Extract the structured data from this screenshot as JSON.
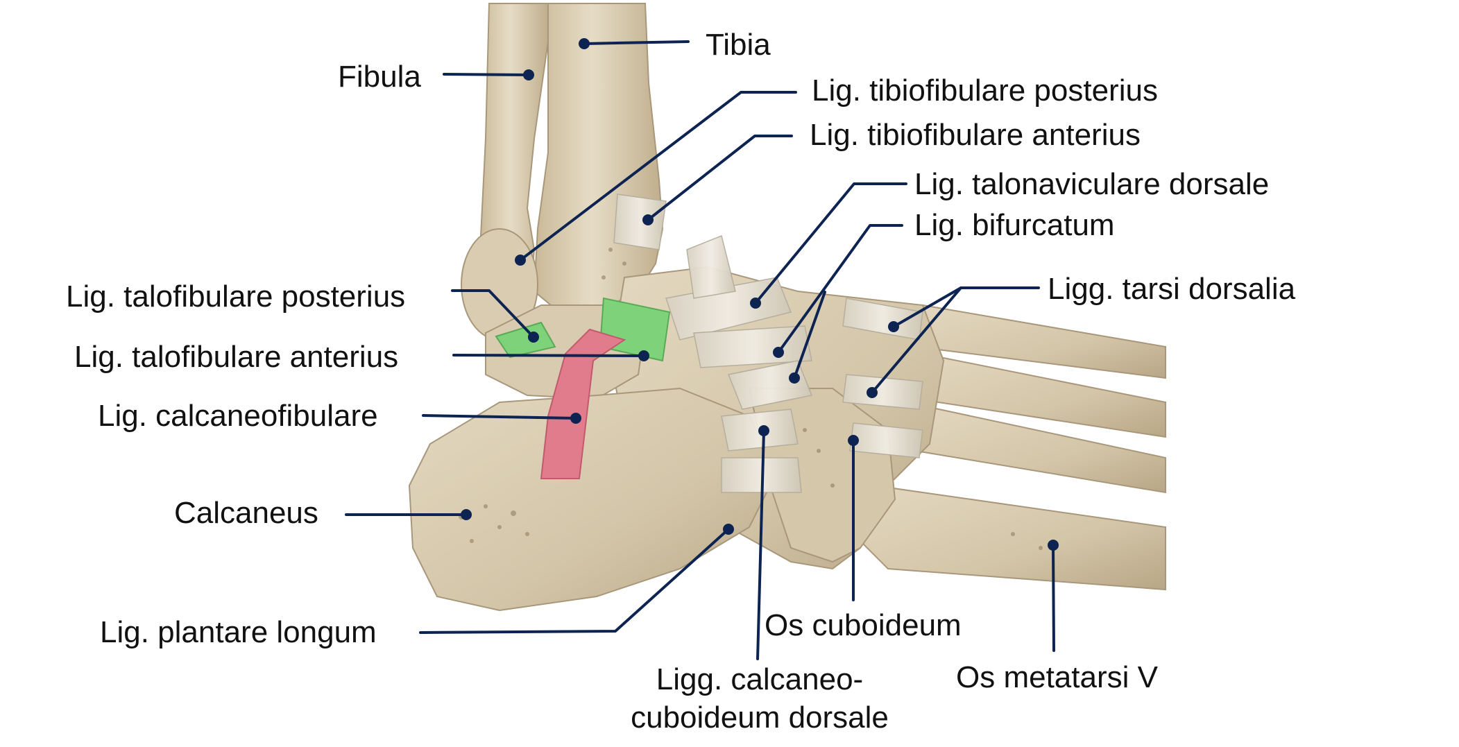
{
  "colors": {
    "bone": "#d6c9ae",
    "bone_shade": "#b9a987",
    "ligament": "#e4ded2",
    "ligament_green": "#7ed37a",
    "ligament_red": "#e07c8c",
    "leader": "#0d2452",
    "text": "#111111"
  },
  "labels": {
    "tibia": "Tibia",
    "fibula": "Fibula",
    "lig_tibiofibulare_posterius": "Lig. tibiofibulare posterius",
    "lig_tibiofibulare_anterius": "Lig. tibiofibulare anterius",
    "lig_talonaviculare_dorsale": "Lig. talonaviculare dorsale",
    "lig_bifurcatum": "Lig. bifurcatum",
    "ligg_tarsi_dorsalia": "Ligg. tarsi dorsalia",
    "lig_talofibulare_posterius": "Lig. talofibulare posterius",
    "lig_talofibulare_anterius": "Lig. talofibulare anterius",
    "lig_calcaneofibulare": "Lig. calcaneofibulare",
    "calcaneus": "Calcaneus",
    "lig_plantare_longum": "Lig. plantare longum",
    "os_cuboideum": "Os cuboideum",
    "ligg_calcaneo_line1": "Ligg. calcaneo-",
    "ligg_calcaneo_line2": "cuboideum dorsale",
    "os_metatarsi_v": "Os metatarsi V"
  }
}
